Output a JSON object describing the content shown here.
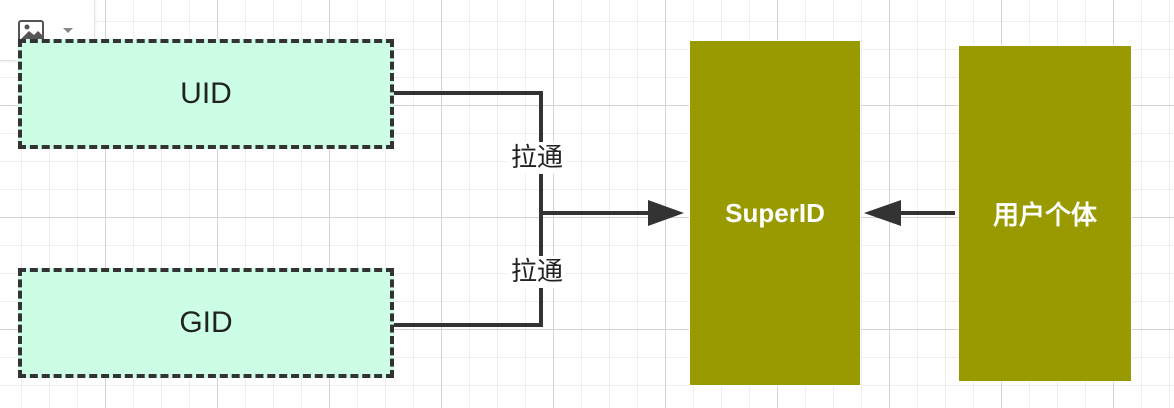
{
  "toolbar": {
    "icons": [
      "image-icon",
      "caret-down-icon"
    ]
  },
  "nodes": {
    "uid": {
      "label": "UID"
    },
    "gid": {
      "label": "GID"
    },
    "superid": {
      "label": "SuperID"
    },
    "user": {
      "label": "用户个体"
    }
  },
  "edges": {
    "uid_label": "拉通",
    "gid_label": "拉通"
  },
  "colors": {
    "dashed_fill": "#ccfee5",
    "dashed_border": "#333333",
    "olive_fill": "#999900",
    "connector": "#333333",
    "grid": "#d4d4d4"
  }
}
